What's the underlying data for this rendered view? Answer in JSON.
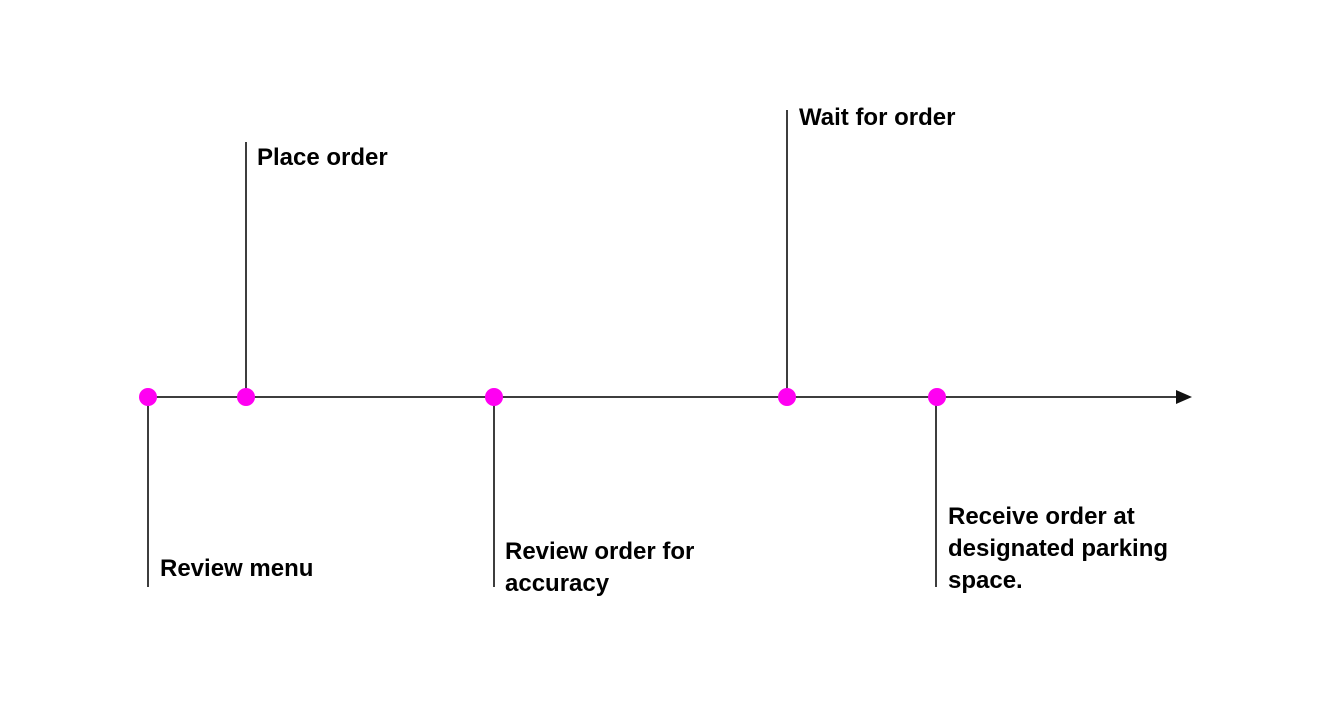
{
  "diagram": {
    "type": "timeline",
    "direction": "left-to-right",
    "steps": [
      {
        "label": "Review menu",
        "side": "below"
      },
      {
        "label": "Place order",
        "side": "above"
      },
      {
        "label": "Review order for\naccuracy",
        "side": "below"
      },
      {
        "label": "Wait for order",
        "side": "above"
      },
      {
        "label": "Receive order at\ndesignated parking\nspace.",
        "side": "below"
      }
    ],
    "colors": {
      "dot": "#ff00f2",
      "line": "#3d3d3d",
      "arrow": "#111111",
      "text": "#000000",
      "background": "#ffffff"
    }
  }
}
